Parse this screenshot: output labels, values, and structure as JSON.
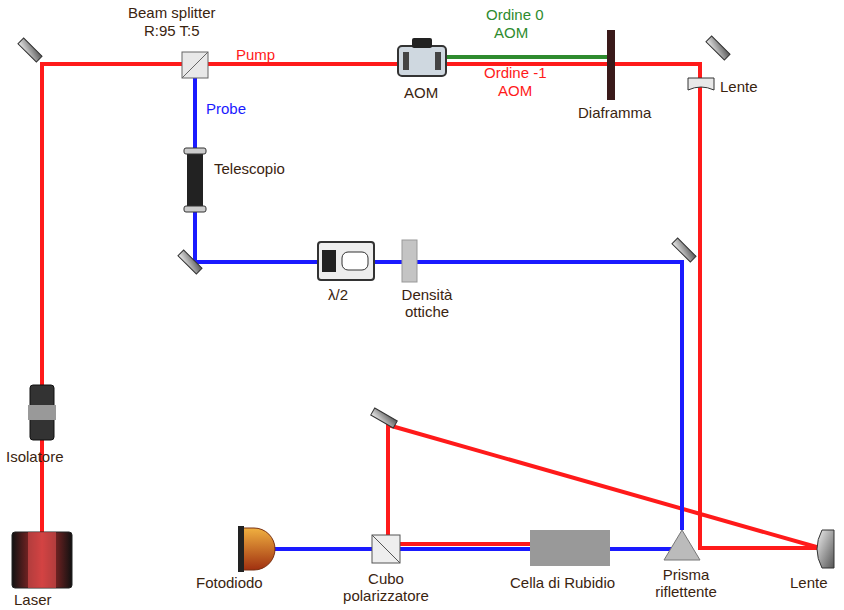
{
  "diagram": {
    "labels": [
      "Beam splitter",
      "R:95 T:5",
      "Pump",
      "Ordine 0",
      "AOM",
      "Ordine -1",
      "AOM",
      "AOM",
      "Diaframma",
      "Lente",
      "Probe",
      "Telescopio",
      "λ/2",
      "Densità ottiche",
      "Isolatore",
      "Laser",
      "Fotodiodo",
      "Cubo polarizzatore",
      "Cella di Rubidio",
      "Prisma riflettente",
      "Lente"
    ]
  }
}
